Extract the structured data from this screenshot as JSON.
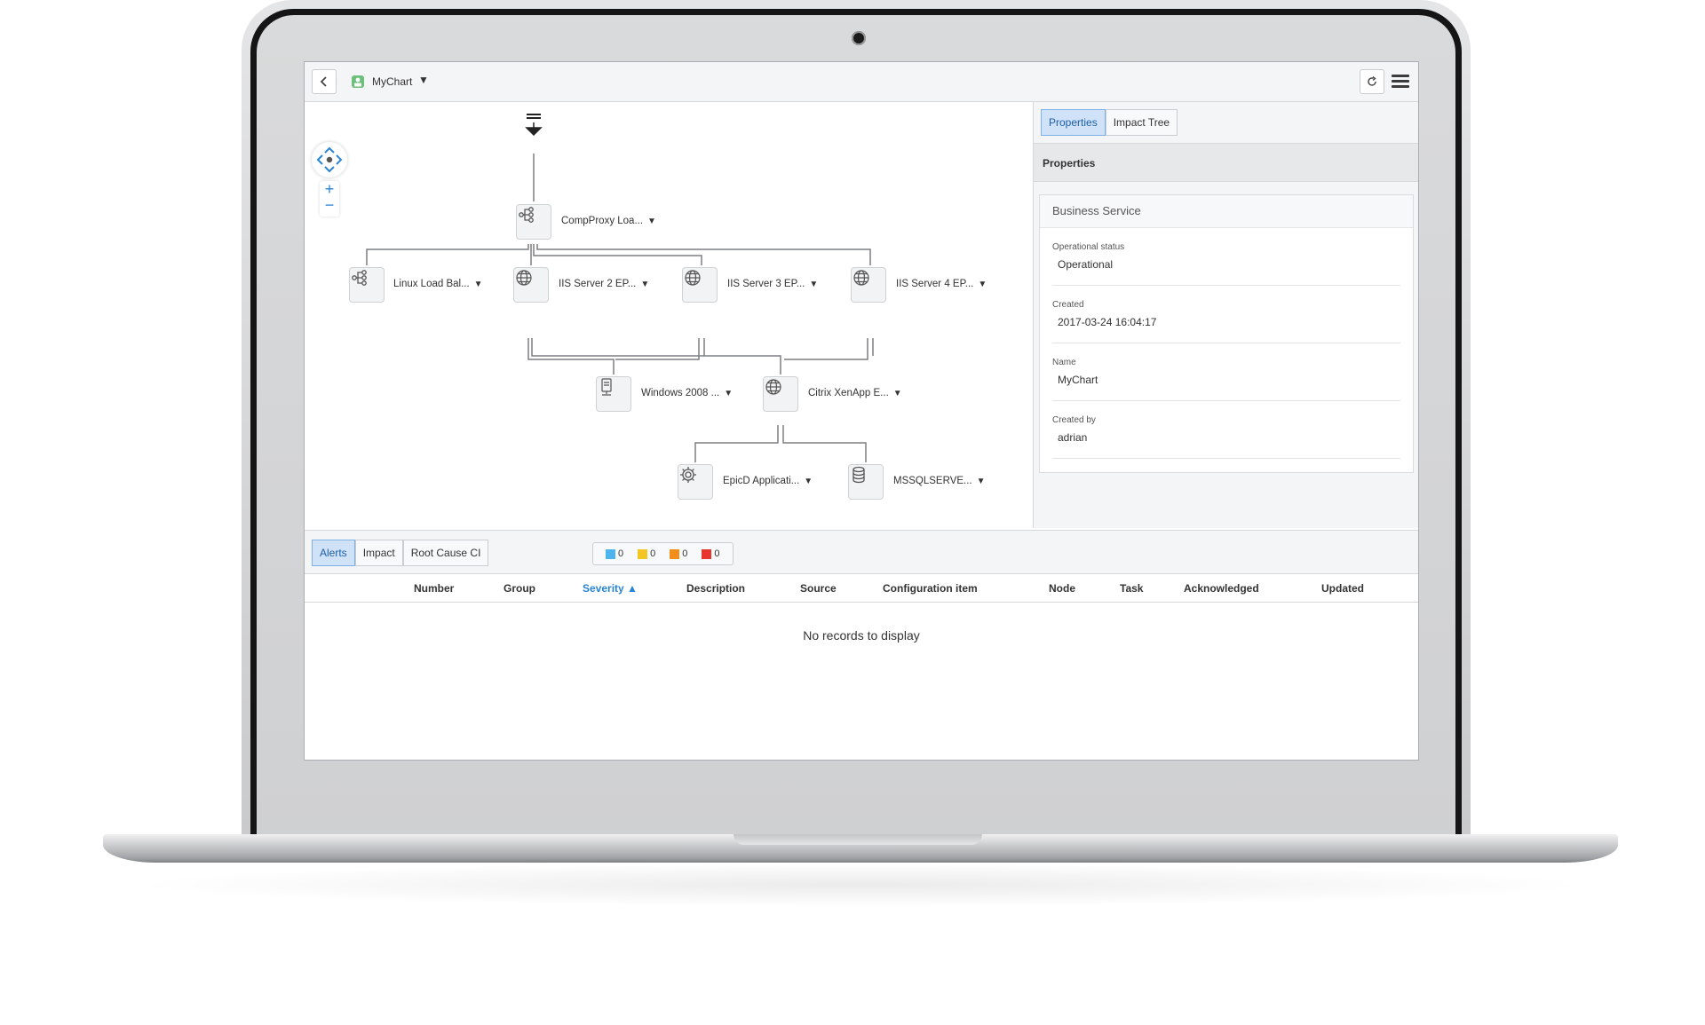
{
  "header": {
    "app_title": "MyChart",
    "caret": "▼"
  },
  "map": {
    "nodes": [
      {
        "id": "compproxy",
        "label": "CompProxy Loa...",
        "icon": "load-balancer-icon"
      },
      {
        "id": "linux-lb",
        "label": "Linux Load Bal...",
        "icon": "load-balancer-icon"
      },
      {
        "id": "iis2",
        "label": "IIS Server 2 EP...",
        "icon": "globe-icon"
      },
      {
        "id": "iis3",
        "label": "IIS Server 3 EP...",
        "icon": "globe-icon"
      },
      {
        "id": "iis4",
        "label": "IIS Server 4 EP...",
        "icon": "globe-icon"
      },
      {
        "id": "win2008",
        "label": "Windows 2008 ...",
        "icon": "server-icon"
      },
      {
        "id": "citrix",
        "label": "Citrix XenApp E...",
        "icon": "globe-icon"
      },
      {
        "id": "epicd",
        "label": "EpicD Applicati...",
        "icon": "gear-icon"
      },
      {
        "id": "mssql",
        "label": "MSSQLSERVE...",
        "icon": "database-icon"
      }
    ],
    "zoom_in": "+",
    "zoom_out": "−"
  },
  "panel": {
    "tabs": [
      "Properties",
      "Impact Tree"
    ],
    "active_tab": "Properties",
    "header": "Properties",
    "card_title": "Business Service",
    "fields": [
      {
        "label": "Operational status",
        "value": "Operational"
      },
      {
        "label": "Created",
        "value": "2017-03-24 16:04:17"
      },
      {
        "label": "Name",
        "value": "MyChart"
      },
      {
        "label": "Created by",
        "value": "adrian"
      }
    ]
  },
  "bottom": {
    "tabs": [
      "Alerts",
      "Impact",
      "Root Cause CI"
    ],
    "active_tab": "Alerts",
    "severity_counts": [
      {
        "color": "#4db4ef",
        "count": "0"
      },
      {
        "color": "#f3c623",
        "count": "0"
      },
      {
        "color": "#f28f1c",
        "count": "0"
      },
      {
        "color": "#e8362e",
        "count": "0"
      }
    ],
    "columns": [
      "Number",
      "Group",
      "Severity",
      "Description",
      "Source",
      "Configuration item",
      "Node",
      "Task",
      "Acknowledged",
      "Updated"
    ],
    "sorted_column": "Severity",
    "sort_indicator": "▲",
    "empty_message": "No records to display"
  },
  "colors": {
    "accent": "#2a84d6",
    "active_tab_bg": "#cfe2f8"
  }
}
